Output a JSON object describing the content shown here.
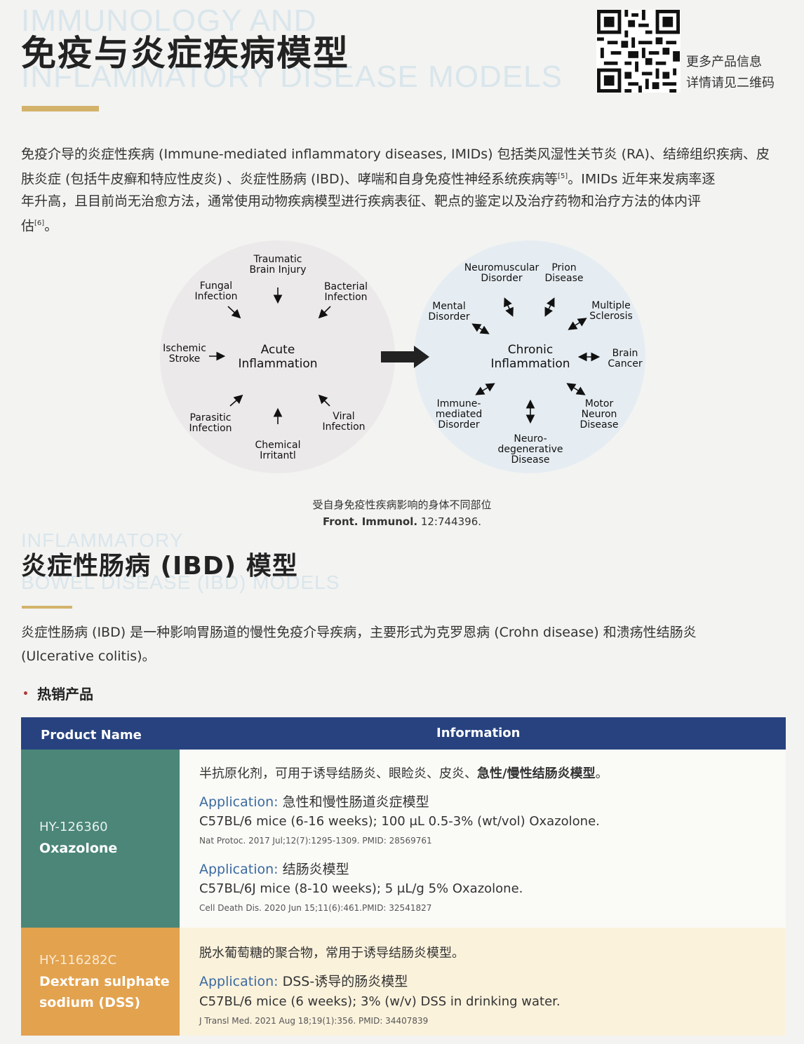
{
  "header": {
    "bg_title_en_line1": "IMMUNOLOGY AND",
    "bg_title_en_line2": "INFLAMMATORY DISEASE MODELS",
    "title_cn": "免疫与炎症疾病模型",
    "qr_text_line1": "更多产品信息",
    "qr_text_line2": "详情请见二维码"
  },
  "intro": {
    "line1": "免疫介导的炎症性疾病 (Immune-mediated inflammatory diseases, IMIDs) 包括类风湿性关节炎 (RA)、结缔组织疾病、皮",
    "line2_a": "肤炎症 (包括牛皮癣和特应性皮炎) 、炎症性肠病 (IBD)、哮喘和自身免疫性神经系统疾病等",
    "line2_sup": "[5]",
    "line2_b": "。IMIDs 近年来发病率逐",
    "line3": "年升高，且目前尚无治愈方法，通常使用动物疾病模型进行疾病表征、靶点的鉴定以及治疗药物和治疗方法的体内评",
    "line4_a": "估",
    "line4_sup": "[6]",
    "line4_b": "。"
  },
  "diagram": {
    "left_center": [
      "Acute",
      "Inflammation"
    ],
    "left_labels": {
      "traumatic": [
        "Traumatic",
        "Brain Injury"
      ],
      "fungal": [
        "Fungal",
        "Infection"
      ],
      "bacterial": [
        "Bacterial",
        "Infection"
      ],
      "ischemic": [
        "Ischemic",
        "Stroke"
      ],
      "parasitic": [
        "Parasitic",
        "Infection"
      ],
      "viral": [
        "Viral",
        "Infection"
      ],
      "chemical": [
        "Chemical",
        "Irritantl"
      ]
    },
    "right_center": [
      "Chronic",
      "Inflammation"
    ],
    "right_labels": {
      "neuromuscular": [
        "Neuromuscular",
        "Disorder"
      ],
      "prion": [
        "Prion",
        "Disease"
      ],
      "mental": [
        "Mental",
        "Disorder"
      ],
      "multiple": [
        "Multiple",
        "Sclerosis"
      ],
      "brain": [
        "Brain",
        "Cancer"
      ],
      "immune": [
        "Immune-",
        "mediated",
        "Disorder"
      ],
      "motor": [
        "Motor",
        "Neuron",
        "Disease"
      ],
      "neuro": [
        "Neuro-",
        "degenerative",
        "Disease"
      ]
    },
    "caption_cn": "受自身免疫性疾病影响的身体不同部位",
    "caption_ref_bold": "Front. Immunol.",
    "caption_ref_rest": " 12:744396."
  },
  "ibd": {
    "bg_title_line1": "INFLAMMATORY",
    "bg_title_line2": "BOWEL DISEASE (IBD) MODELS",
    "title_cn": "炎症性肠病 (IBD) 模型",
    "para_line1": "炎症性肠病 (IBD) 是一种影响胃肠道的慢性免疫介导疾病，主要形式为克罗恩病 (Crohn disease) 和溃疡性结肠炎",
    "para_line2": "(Ulcerative colitis)。",
    "hot_label": "热销产品"
  },
  "table": {
    "col1": "Product Name",
    "col2": "Information",
    "rows": [
      {
        "id": "HY-126360",
        "name": "Oxazolone",
        "desc_a": "半抗原化剂，可用于诱导结肠炎、眼睑炎、皮炎、",
        "desc_b": "急性/慢性结肠炎模型",
        "desc_c": "。",
        "app1_label": "Application:",
        "app1_text": " 急性和慢性肠道炎症模型",
        "app1_detail": "C57BL/6 mice (6-16 weeks); 100 μL 0.5-3% (wt/vol) Oxazolone.",
        "app1_ref": "Nat Protoc. 2017 Jul;12(7):1295-1309.  PMID: 28569761",
        "app2_label": "Application:",
        "app2_text": " 结肠炎模型",
        "app2_detail": "C57BL/6J mice (8-10 weeks); 5 μL/g 5% Oxazolone.",
        "app2_ref": "Cell Death Dis. 2020 Jun 15;11(6):461.PMID: 32541827"
      },
      {
        "id": "HY-116282C",
        "name_line1": "Dextran sulphate",
        "name_line2": "sodium (DSS)",
        "desc": "脱水葡萄糖的聚合物，常用于诱导结肠炎模型。",
        "app1_label": "Application:",
        "app1_text": " DSS-诱导的肠炎模型",
        "app1_detail": "C57BL/6 mice (6 weeks); 3% (w/v) DSS in drinking water.",
        "app1_ref": "J Transl Med. 2021 Aug 18;19(1):356.  PMID: 34407839"
      }
    ]
  }
}
